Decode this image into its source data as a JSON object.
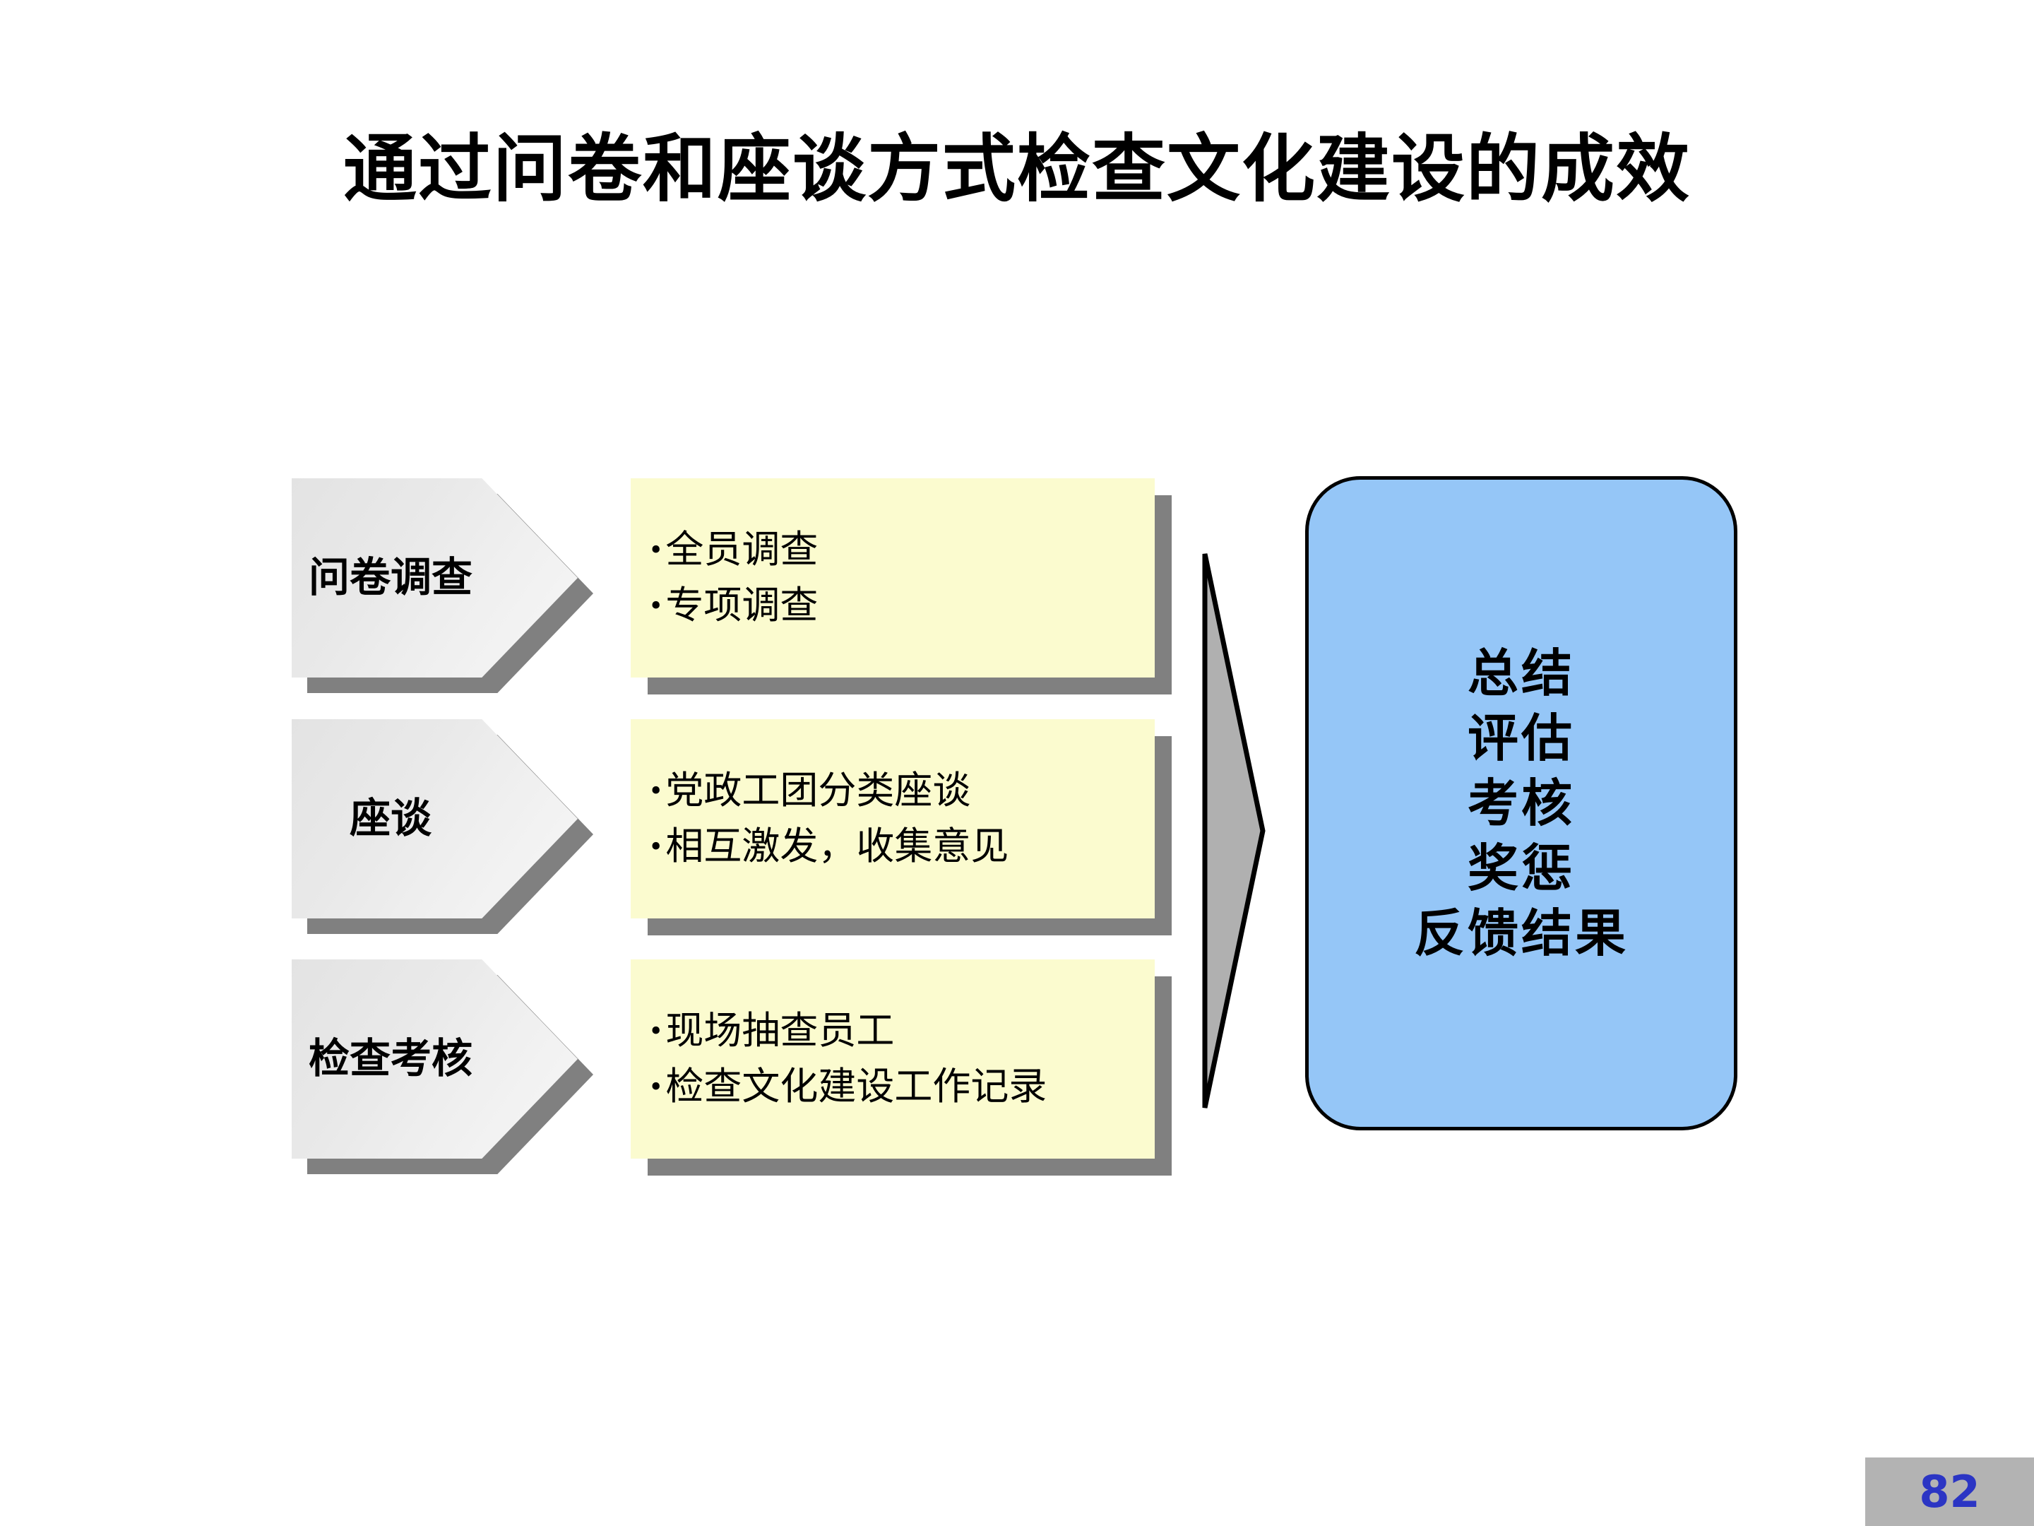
{
  "slide": {
    "title": "通过问卷和座谈方式检查文化建设的成效",
    "page_number": "82",
    "colors": {
      "background": "#ffffff",
      "chevron_fill": "#ebebeb",
      "shadow": "#808080",
      "note_fill": "#fbfbcf",
      "arrow_fill": "#b0b0b0",
      "summary_fill": "#95c6f7",
      "summary_border": "#000000",
      "page_badge_fill": "#b3b3b3",
      "page_number_color": "#2b35c4"
    }
  },
  "flow": {
    "steps": [
      {
        "label": "问卷调查",
        "notes": [
          "全员调查",
          "专项调查"
        ]
      },
      {
        "label": "座谈",
        "notes": [
          "党政工团分类座谈",
          "相互激发，收集意见"
        ]
      },
      {
        "label": "检查考核",
        "notes": [
          "现场抽查员工",
          "检查文化建设工作记录"
        ]
      }
    ]
  },
  "summary": {
    "lines": [
      "总结",
      "评估",
      "考核",
      "奖惩",
      "反馈结果"
    ]
  }
}
